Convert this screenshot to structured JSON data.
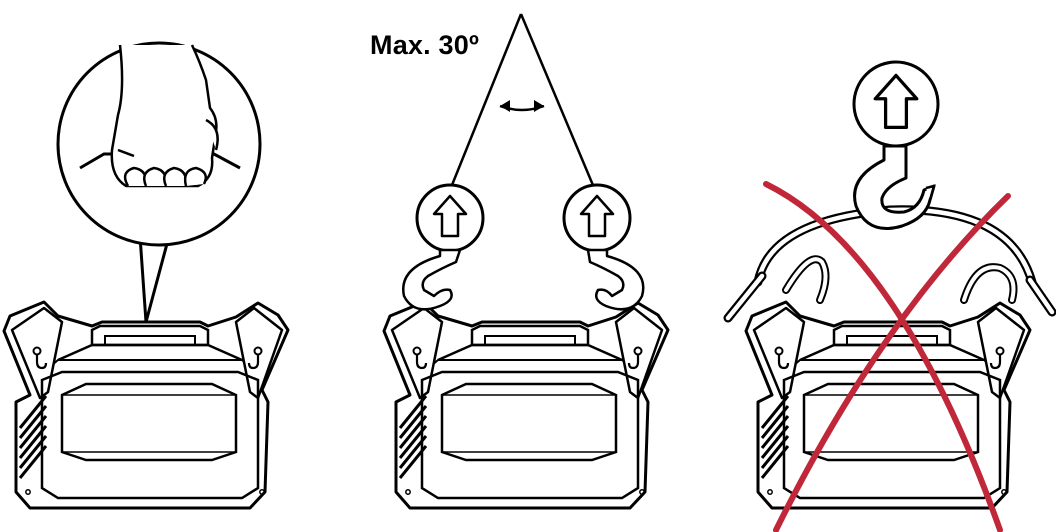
{
  "angle_label": "Max. 30º",
  "colors": {
    "stroke": "#000000",
    "background": "#ffffff",
    "prohibited": "#c0283a"
  },
  "panels": [
    {
      "name": "lift-by-handle"
    },
    {
      "name": "lift-with-two-hooks"
    },
    {
      "name": "single-hook-sling-prohibited"
    }
  ]
}
